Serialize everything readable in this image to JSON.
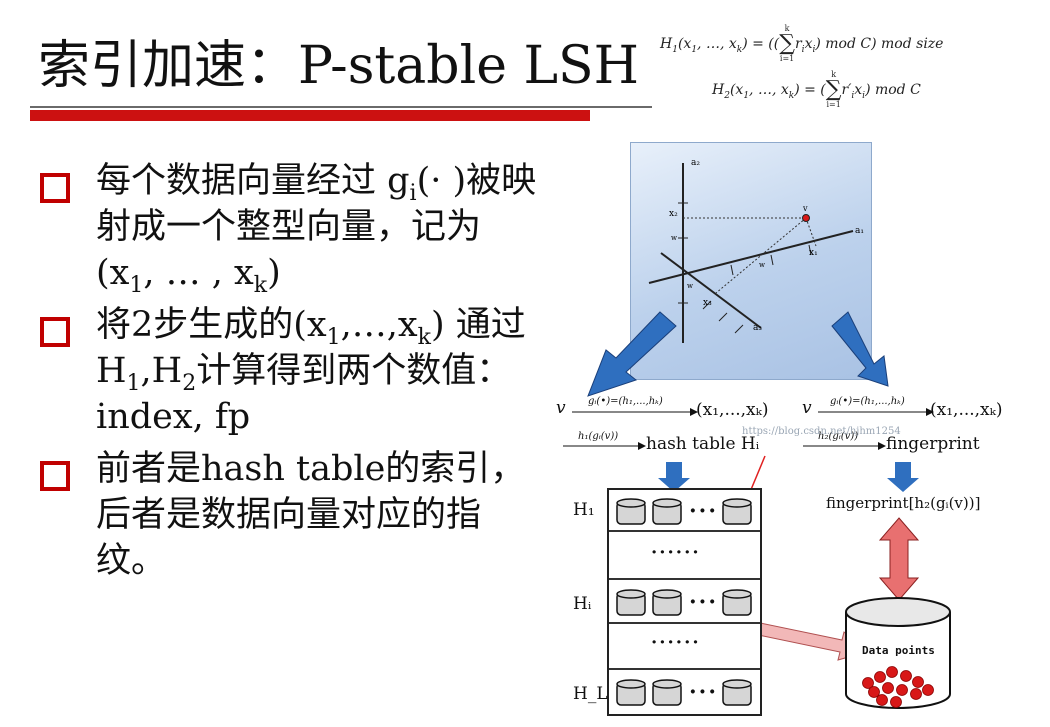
{
  "slide": {
    "title": "索引加速：P-stable LSH"
  },
  "formulas": {
    "h1": "H1(x1, …, xk) = ((Σ ri xi)  mod C)  mod size",
    "h1_parts": {
      "lhs": "H",
      "lhs_sub": "1",
      "args": "(x",
      "args_sub1": "1",
      "args_mid": ", …, x",
      "args_subk": "k",
      "args_end": ") = ((",
      "sum_top": "k",
      "sum_bot": "i=1",
      "term": "r",
      "term_sub": "i",
      "term2": "x",
      "term2_sub": "i",
      "tail": ")   mod C)   mod size"
    },
    "h2_parts": {
      "lhs": "H",
      "lhs_sub": "2",
      "args": "(x",
      "args_sub1": "1",
      "args_mid": ", …, x",
      "args_subk": "k",
      "args_end": ") = (",
      "sum_top": "k",
      "sum_bot": "i=1",
      "term": "r′",
      "term_sub": "i",
      "term2": "x",
      "term2_sub": "i",
      "tail": ")   mod C"
    }
  },
  "bullets": [
    {
      "parts": [
        "每个数据向量经过 g",
        "i",
        "(· )被映射成一个整型向量，记为 (x",
        "1",
        ", … , x",
        "k",
        ")"
      ]
    },
    {
      "parts": [
        "将2步生成的(x",
        "1",
        ",…,x",
        "k",
        ") 通过H",
        "1",
        ",H",
        "2",
        "计算得到两个数值：index, fp"
      ]
    },
    {
      "parts": [
        "前者是hash table的索引，后者是数据向量对应的指纹。"
      ]
    }
  ],
  "figure_labels": {
    "a2": "a₂",
    "a1": "a₁",
    "a3": "a₃",
    "x1": "x₁",
    "x2": "x₂",
    "x3": "x₃",
    "v": "v",
    "w": "w"
  },
  "diagram": {
    "left_v": "v",
    "left_map": "gᵢ(•)=(h₁,...,hₖ)",
    "left_result": "(x₁,...,xₖ)",
    "left_hash_fn": "h₁(gᵢ(v))",
    "left_hash_target": "hash table Hᵢ",
    "right_v": "v",
    "right_map": "gᵢ(•)=(h₁,...,hₖ)",
    "right_result": "(x₁,...,xₖ)",
    "right_hash_fn": "h₂(gᵢ(v))",
    "right_hash_target": "fingerprint",
    "fingerprint_expr": "fingerprint[h₂(gᵢ(v))]",
    "watermark": "https://blog.csdn.net/hjhm1254",
    "rows": [
      "H₁",
      "Hᵢ",
      "H_L"
    ],
    "ellipsis_inline": "···",
    "ellipsis_row": "······",
    "data_points_label": "Data points"
  },
  "colors": {
    "bullet_box": "#c00000",
    "title_rule": "#cc1111",
    "arrow_blue": "#2f6fbf",
    "arrow_red": "#e06060",
    "point_red": "#d81818"
  }
}
